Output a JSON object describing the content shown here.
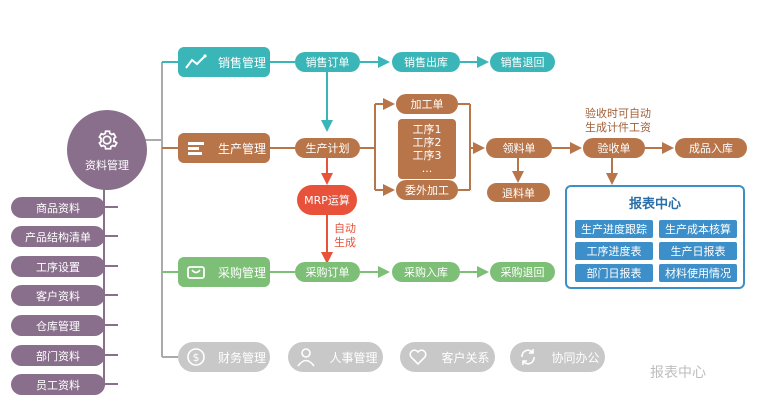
{
  "center": {
    "label": "资料管理",
    "icon": "gear-icon",
    "color": "#8a6f8d"
  },
  "left_items": [
    "商品资料",
    "产品结构清单",
    "工序设置",
    "客户资料",
    "仓库管理",
    "部门资料",
    "员工资料"
  ],
  "modules": {
    "sales": {
      "label": "销售管理",
      "icon": "line-chart-icon",
      "color": "#3bb6b8"
    },
    "production": {
      "label": "生产管理",
      "icon": "stack-icon",
      "color": "#b8754a"
    },
    "purchase": {
      "label": "采购管理",
      "icon": "basket-icon",
      "color": "#7dbf76"
    }
  },
  "sales_flow": [
    "销售订单",
    "销售出库",
    "销售退回"
  ],
  "production_flow": {
    "plan": "生产计划",
    "process": "加工单",
    "process_steps": [
      "工序1",
      "工序2",
      "工序3",
      "..."
    ],
    "outsource": "委外加工",
    "pick": "领料单",
    "return": "退料单",
    "accept": "验收单",
    "finished": "成品入库",
    "accept_note": [
      "验收时可自动",
      "生成计件工资"
    ]
  },
  "mrp": {
    "label": "MRP运算",
    "note": [
      "自动",
      "生成"
    ]
  },
  "purchase_flow": [
    "采购订单",
    "采购入库",
    "采购退回"
  ],
  "report_center": {
    "title": "报表中心",
    "items": [
      "生产进度跟踪",
      "生产成本核算",
      "工序进度表",
      "生产日报表",
      "部门日报表",
      "材料使用情况"
    ]
  },
  "bottom_modules": [
    {
      "label": "财务管理",
      "icon": "dollar-icon"
    },
    {
      "label": "人事管理",
      "icon": "person-icon"
    },
    {
      "label": "客户关系",
      "icon": "heart-icon"
    },
    {
      "label": "协同办公",
      "icon": "sync-icon"
    }
  ],
  "watermark": "报表中心",
  "colors": {
    "teal": "#3bb6b8",
    "brown": "#b8754a",
    "green": "#7dbf76",
    "grey": "#c8c8c8",
    "purple": "#8a6f8d",
    "blue": "#3c8fc8",
    "red": "#e8513a"
  }
}
